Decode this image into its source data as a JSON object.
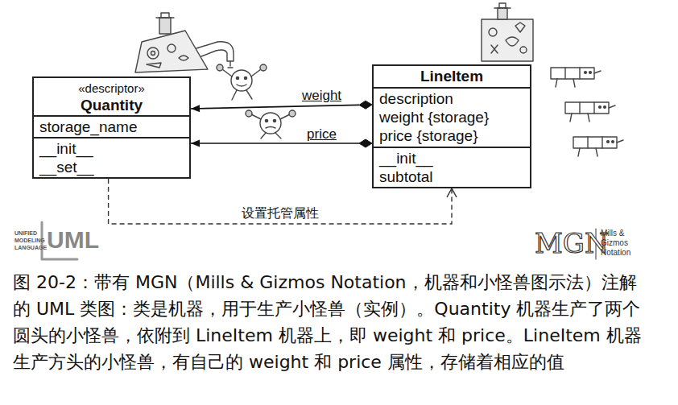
{
  "diagram": {
    "caption": "图 20-2：带有 MGN（Mills & Gizmos Notation，机器和小怪兽图示法）注解的 UML 类图：类是机器，用于生产小怪兽（实例）。Quantity 机器生产了两个圆头的小怪兽，依附到 LineItem 机器上，即 weight 和 price。LineItem 机器生产方头的小怪兽，有自己的 weight 和 price 属性，存储着相应的值",
    "nodes": [
      {
        "text": [
          "«descriptor»",
          "Quantity",
          "storage_name",
          "__init__",
          "__set__"
        ]
      },
      {
        "text": [
          "LineItem",
          "description",
          "weight {storage}",
          "price {storage}",
          "__init__",
          "subtotal"
        ]
      }
    ],
    "edges": [
      {
        "from": 1,
        "to": 0,
        "arrow": "to",
        "label": "weight"
      },
      {
        "from": 1,
        "to": 0,
        "arrow": "to",
        "label": "price"
      },
      {
        "from": 0,
        "to": 1,
        "arrow": "to",
        "label": "设置托管属性"
      }
    ],
    "labels": [
      "UNIFIED MODELING LANGUAGE",
      "UML",
      "MGN",
      "Mills & Gizmos Notation"
    ]
  }
}
